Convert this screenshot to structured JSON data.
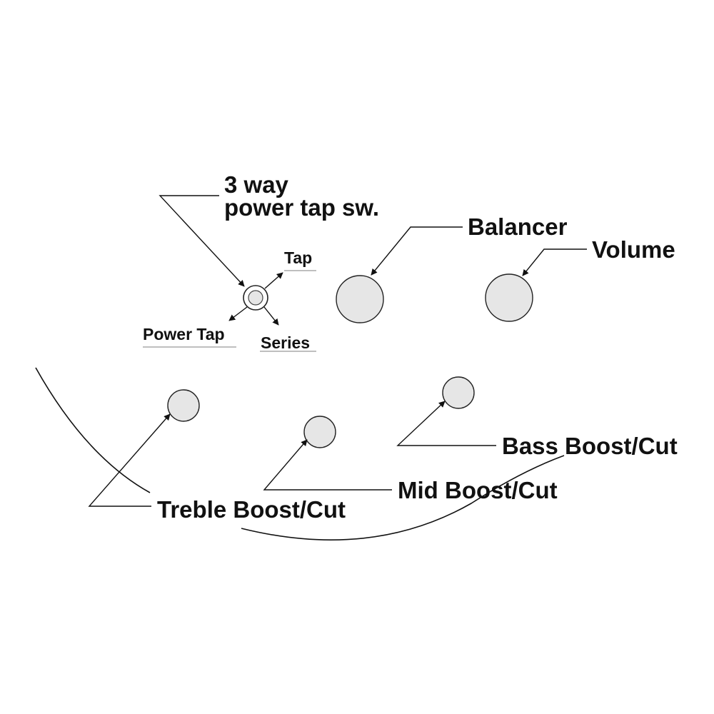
{
  "colors": {
    "background": "#ffffff",
    "ink": "#111111",
    "knob_fill": "#e6e6e6",
    "underline": "#aaaaaa"
  },
  "switch": {
    "title_line1": "3 way",
    "title_line2": "power tap sw.",
    "positions": {
      "tap": "Tap",
      "power_tap": "Power Tap",
      "series": "Series"
    }
  },
  "controls": {
    "balancer": "Balancer",
    "volume": "Volume",
    "treble": "Treble Boost/Cut",
    "mid": "Mid Boost/Cut",
    "bass": "Bass Boost/Cut"
  }
}
